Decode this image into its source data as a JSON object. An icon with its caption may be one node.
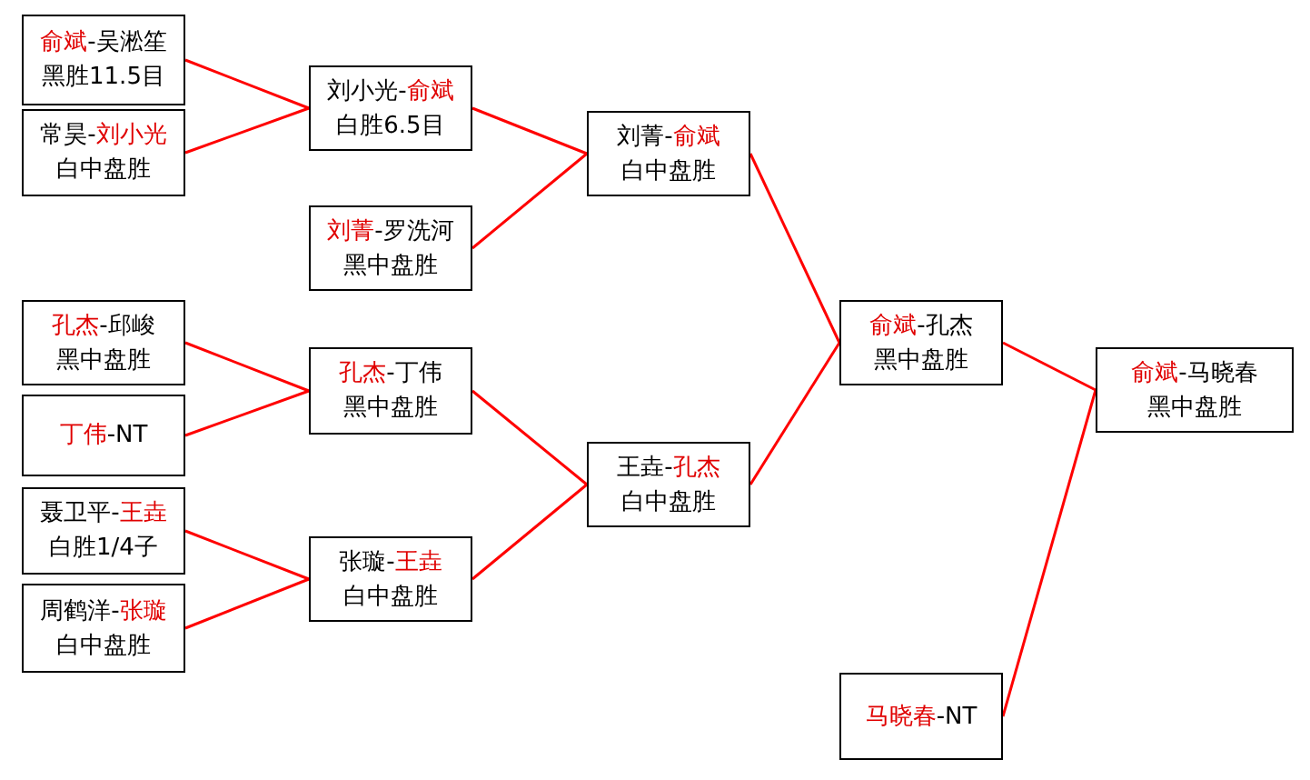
{
  "diagram": {
    "nodes": [
      {
        "text": [
          "**俞斌**-吴淞笙",
          "黑胜11.5目"
        ]
      },
      {
        "text": [
          "常昊-**刘小光**",
          "白中盘胜"
        ]
      },
      {
        "text": [
          "**孔杰**-邱峻",
          "黑中盘胜"
        ]
      },
      {
        "text": [
          "**丁伟**-NT"
        ]
      },
      {
        "text": [
          "聂卫平-**王垚**",
          "白胜1/4子"
        ]
      },
      {
        "text": [
          "周鹤洋-**张璇**",
          "白中盘胜"
        ]
      },
      {
        "text": [
          "刘小光-**俞斌**",
          "白胜6.5目"
        ]
      },
      {
        "text": [
          "**刘菁**-罗洗河",
          "黑中盘胜"
        ]
      },
      {
        "text": [
          "**孔杰**-丁伟",
          "黑中盘胜"
        ]
      },
      {
        "text": [
          "张璇-**王垚**",
          "白中盘胜"
        ]
      },
      {
        "text": [
          "刘菁-**俞斌**",
          "白中盘胜"
        ]
      },
      {
        "text": [
          "王垚-**孔杰**",
          "白中盘胜"
        ]
      },
      {
        "text": [
          "**俞斌**-孔杰",
          "黑中盘胜"
        ]
      },
      {
        "text": [
          "**马晓春**-NT"
        ]
      },
      {
        "text": [
          "**俞斌**-马晓春",
          "黑中盘胜"
        ]
      }
    ],
    "edges": [
      {
        "from": 0,
        "to": 6,
        "arrow": "none"
      },
      {
        "from": 1,
        "to": 6,
        "arrow": "none"
      },
      {
        "from": 2,
        "to": 8,
        "arrow": "none"
      },
      {
        "from": 3,
        "to": 8,
        "arrow": "none"
      },
      {
        "from": 4,
        "to": 9,
        "arrow": "none"
      },
      {
        "from": 5,
        "to": 9,
        "arrow": "none"
      },
      {
        "from": 6,
        "to": 10,
        "arrow": "none"
      },
      {
        "from": 7,
        "to": 10,
        "arrow": "none"
      },
      {
        "from": 8,
        "to": 11,
        "arrow": "none"
      },
      {
        "from": 9,
        "to": 11,
        "arrow": "none"
      },
      {
        "from": 10,
        "to": 12,
        "arrow": "none"
      },
      {
        "from": 11,
        "to": 12,
        "arrow": "none"
      },
      {
        "from": 12,
        "to": 14,
        "arrow": "none"
      },
      {
        "from": 13,
        "to": 14,
        "arrow": "none"
      }
    ]
  }
}
